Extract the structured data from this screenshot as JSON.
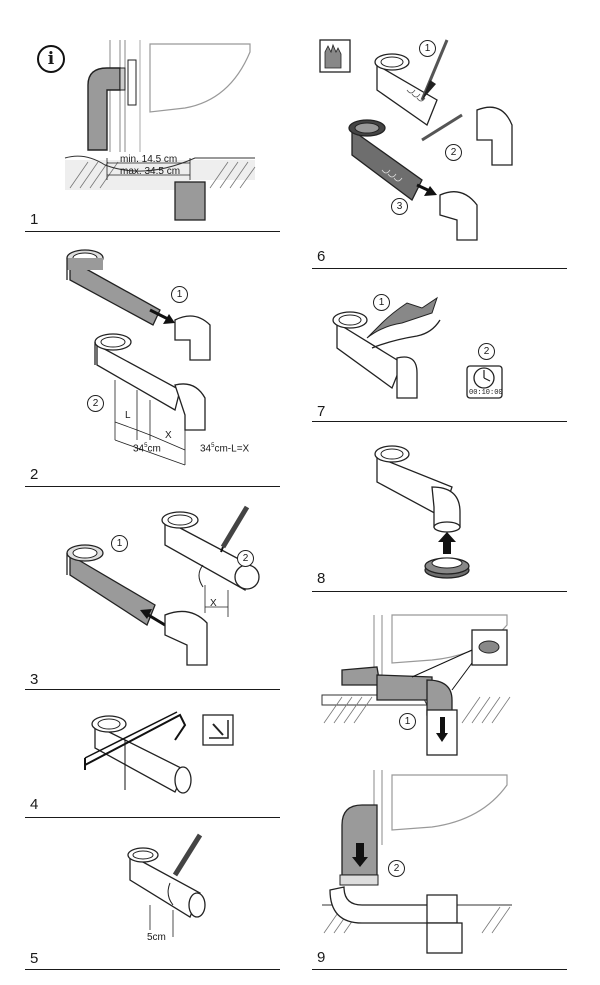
{
  "steps": [
    {
      "number": "1"
    },
    {
      "number": "2"
    },
    {
      "number": "3"
    },
    {
      "number": "4"
    },
    {
      "number": "5"
    },
    {
      "number": "6"
    },
    {
      "number": "7"
    },
    {
      "number": "8"
    },
    {
      "number": "9"
    }
  ],
  "step1": {
    "dim_min": "min. 14.5 cm",
    "dim_max": "max. 34.5 cm"
  },
  "step2": {
    "callout1": "1",
    "callout2": "2",
    "dim_l": "L",
    "dim_x": "X",
    "dim_34cm": "34",
    "dim_34cm_sup": "5",
    "dim_34cm_unit": "cm",
    "formula_a": "34",
    "formula_sup": "5",
    "formula_b": "cm-L=X"
  },
  "step3": {
    "callout1": "1",
    "callout2": "2",
    "dim_x": "X"
  },
  "step5": {
    "dim": "5cm"
  },
  "step6": {
    "callout1": "1",
    "callout2": "2",
    "callout3": "3"
  },
  "step7": {
    "callout1": "1",
    "callout2": "2",
    "timer": "00:10:00"
  },
  "step9": {
    "callout1": "1",
    "callout2": "2"
  },
  "icons": [
    "info-icon",
    "gloves-icon",
    "stopwatch-icon",
    "saw-angle-icon",
    "pencil-icon",
    "knife-icon",
    "push-arrow-icon"
  ],
  "colors": {
    "ink": "#1a1a1a",
    "pipe_gray": "#9a9a9a",
    "pipe_dark": "#6e6e6e",
    "hatch": "#555555"
  }
}
